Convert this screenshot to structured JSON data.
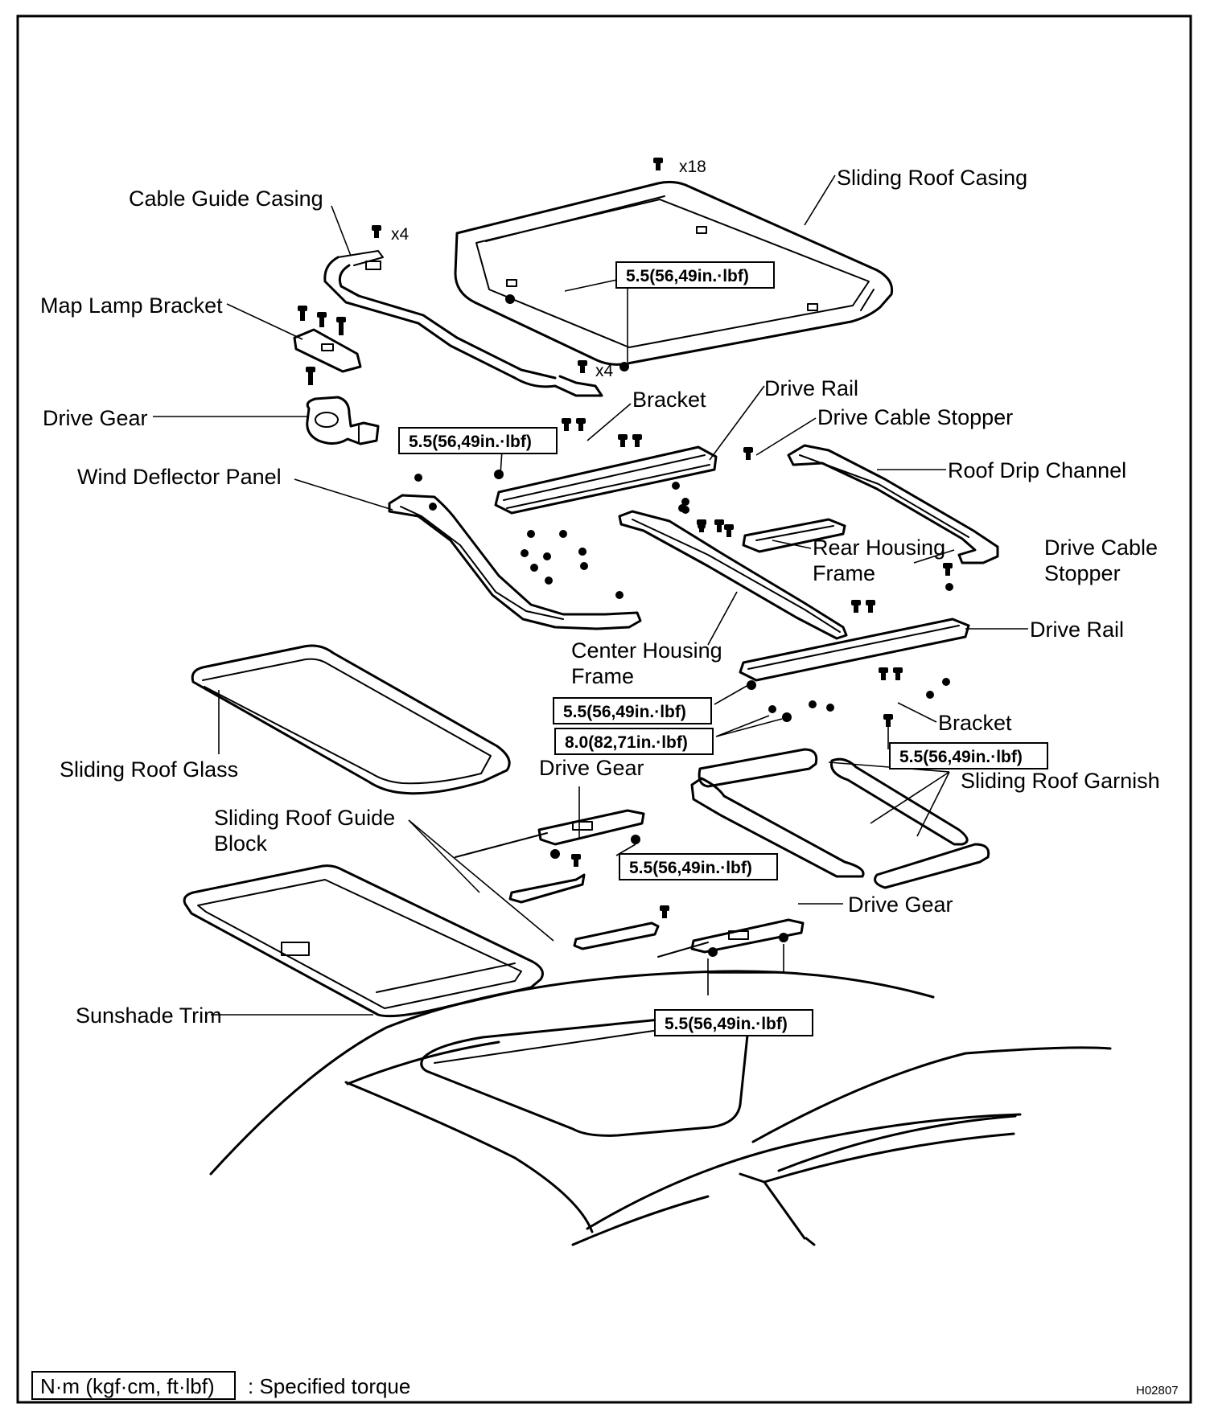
{
  "labels": {
    "sliding_roof_casing": "Sliding Roof Casing",
    "cable_guide_casing": "Cable Guide Casing",
    "map_lamp_bracket": "Map Lamp Bracket",
    "drive_gear_1": "Drive Gear",
    "wind_deflector_panel": "Wind Deflector Panel",
    "bracket_1": "Bracket",
    "drive_rail_1": "Drive Rail",
    "drive_cable_stopper_1": "Drive Cable Stopper",
    "roof_drip_channel": "Roof Drip Channel",
    "rear_housing_frame_l1": "Rear Housing",
    "rear_housing_frame_l2": "Frame",
    "drive_cable_stopper_2_l1": "Drive Cable",
    "drive_cable_stopper_2_l2": "Stopper",
    "drive_rail_2": "Drive Rail",
    "center_housing_frame_l1": "Center Housing",
    "center_housing_frame_l2": "Frame",
    "sliding_roof_glass": "Sliding Roof Glass",
    "bracket_2": "Bracket",
    "drive_gear_2": "Drive Gear",
    "sliding_roof_garnish": "Sliding Roof Garnish",
    "guide_block_l1": "Sliding Roof Guide",
    "guide_block_l2": "Block",
    "drive_gear_3": "Drive Gear",
    "sunshade_trim": "Sunshade Trim"
  },
  "quantities": {
    "casing_screws": "x18",
    "cable_guide_screws": "x4",
    "casing_front_screws": "x4"
  },
  "torques": {
    "casing": "5.5(56,49in.·lbf)",
    "drive_gear_left": "5.5(56,49in.·lbf)",
    "rail_center": "5.5(56,49in.·lbf)",
    "rail_stopper": "8.0(82,71in.·lbf)",
    "bracket_right": "5.5(56,49in.·lbf)",
    "guide_block": "5.5(56,49in.·lbf)",
    "drive_gear_lower": "5.5(56,49in.·lbf)"
  },
  "legend": {
    "unit_box": "N·m (kgf·cm, ft·lbf)",
    "description": ": Specified torque"
  },
  "figure_code": "H02807"
}
